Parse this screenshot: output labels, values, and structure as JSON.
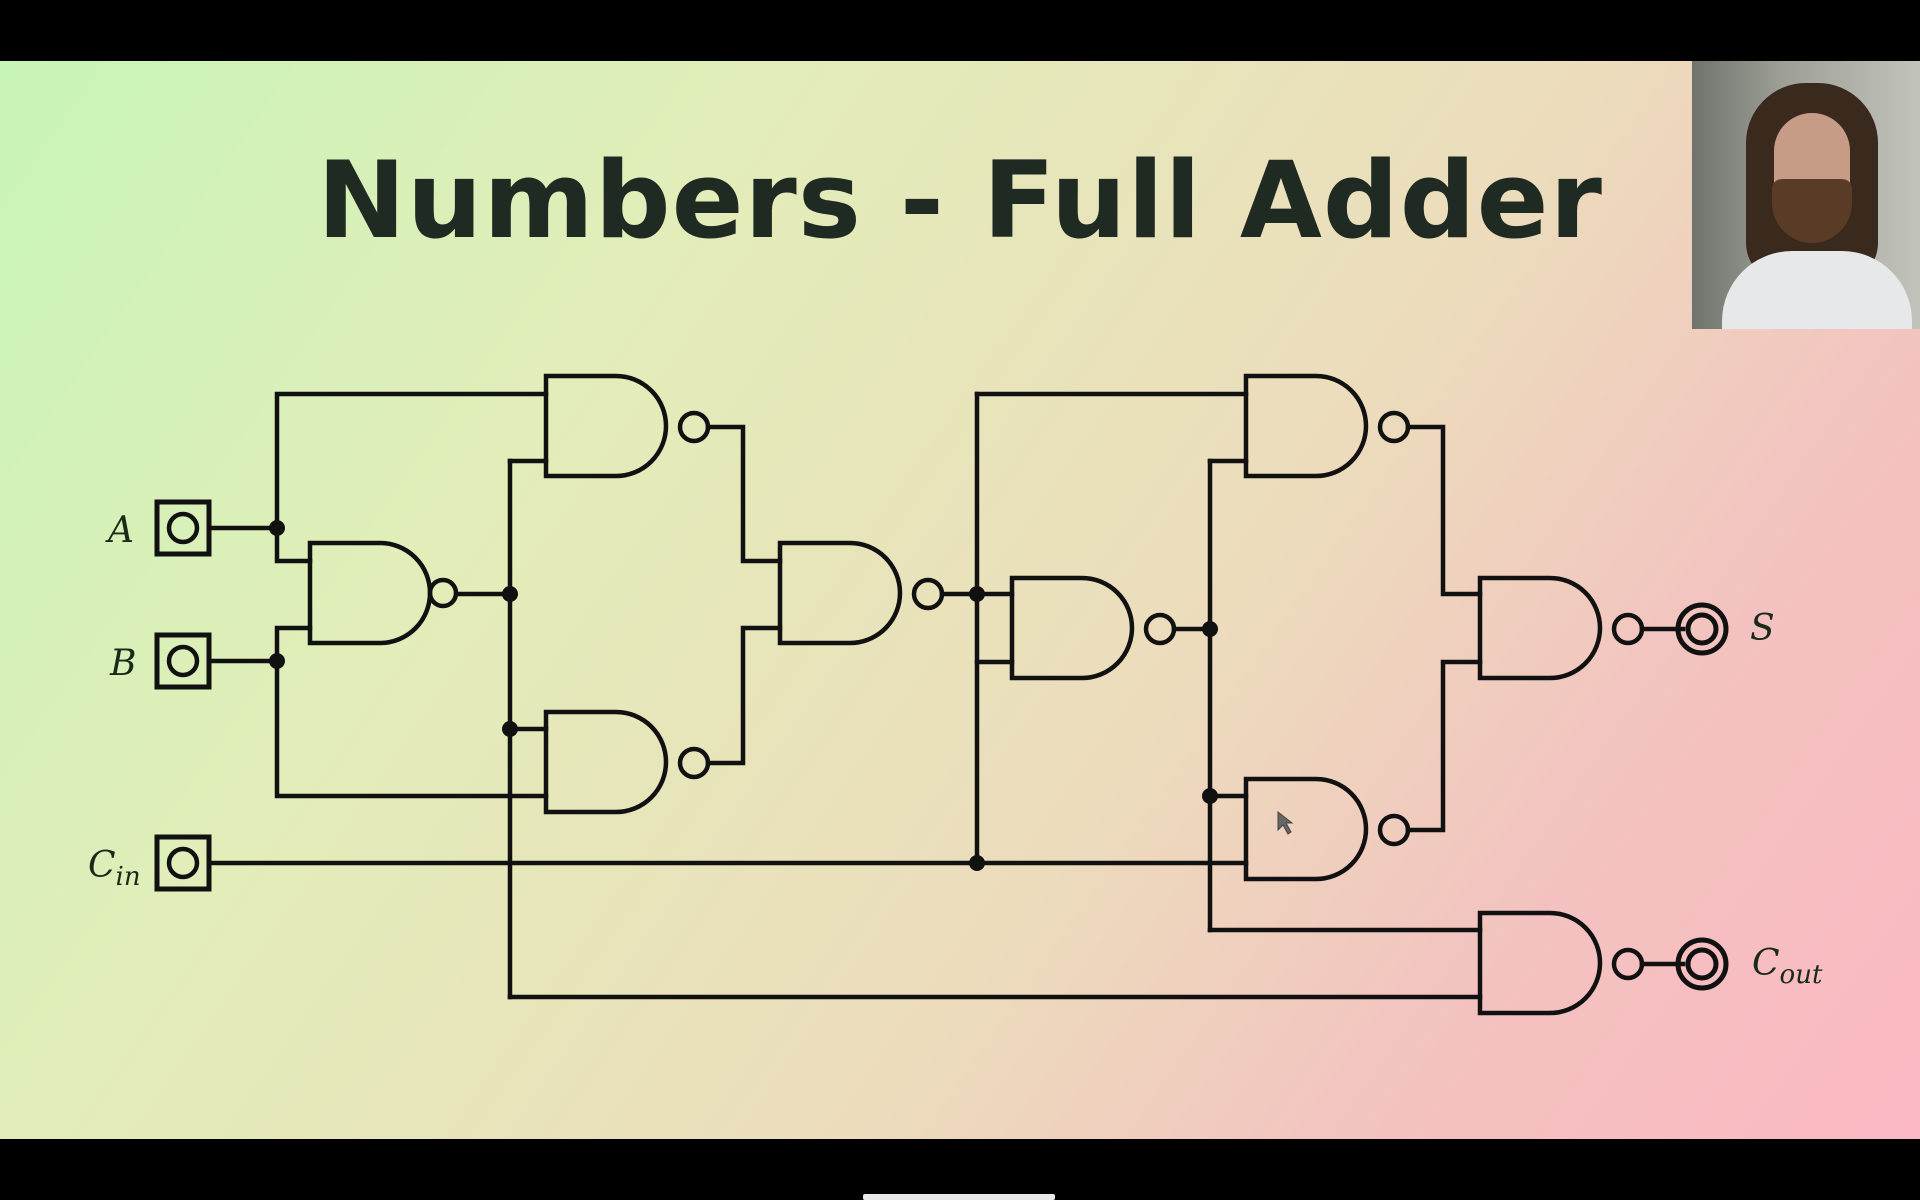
{
  "slide": {
    "title": "Numbers - Full Adder"
  },
  "circuit": {
    "inputs": [
      {
        "id": "A",
        "label": "A",
        "sub": ""
      },
      {
        "id": "B",
        "label": "B",
        "sub": ""
      },
      {
        "id": "Cin",
        "label": "C",
        "sub": "in"
      }
    ],
    "outputs": [
      {
        "id": "S",
        "label": "S",
        "sub": ""
      },
      {
        "id": "Cout",
        "label": "C",
        "sub": "out"
      }
    ],
    "gate_type": "NAND",
    "gate_count": 9
  },
  "colors": {
    "wire": "#111111",
    "title": "#1f2a22",
    "background_start": "#c7f5b6",
    "background_end": "#fbb8c2"
  }
}
